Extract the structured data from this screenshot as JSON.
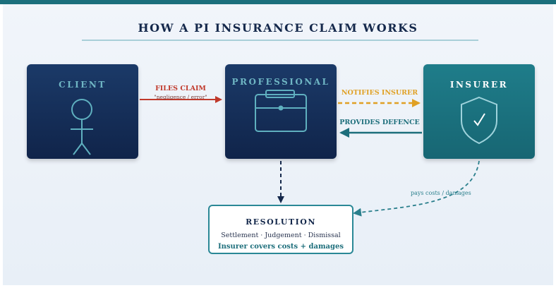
{
  "diagram": {
    "title": "HOW A PI INSURANCE CLAIM WORKS",
    "nodes": {
      "client": {
        "label": "CLIENT",
        "icon": "person-icon"
      },
      "professional": {
        "label": "PROFESSIONAL",
        "icon": "briefcase-icon"
      },
      "insurer": {
        "label": "INSURER",
        "icon": "shield-check-icon"
      }
    },
    "edges": {
      "files_claim": {
        "label": "FILES CLAIM",
        "note": "\"negligence / error\""
      },
      "notifies": {
        "label": "NOTIFIES INSURER"
      },
      "defence": {
        "label": "PROVIDES DEFENCE"
      },
      "pays": {
        "label": "pays costs / damages"
      }
    },
    "resolution": {
      "title": "RESOLUTION",
      "outcomes": "Settlement · Judgement · Dismissal",
      "note": "Insurer covers costs + damages"
    }
  },
  "colors": {
    "navy": "#14284b",
    "teal": "#1d6e7b",
    "red": "#c0392b",
    "amber": "#e0a125",
    "client_label": "#6fb6c4",
    "professional_label": "#6fb6c4",
    "insurer_label": "#ffffff"
  }
}
